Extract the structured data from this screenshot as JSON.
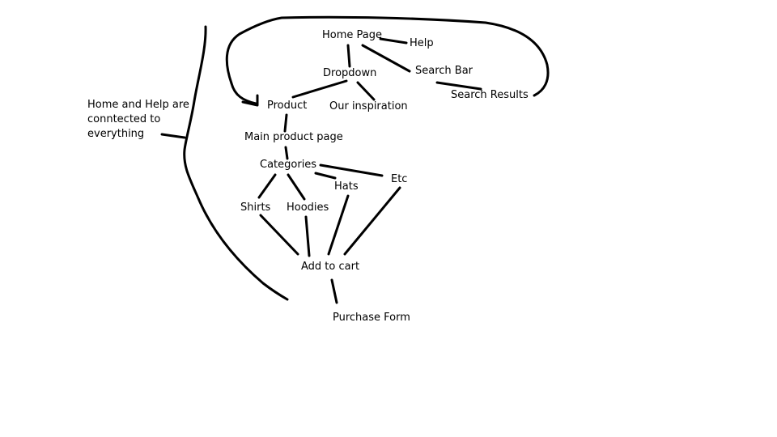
{
  "nodes": {
    "home_page": "Home Page",
    "help": "Help",
    "dropdown": "Dropdown",
    "search_bar": "Search Bar",
    "search_results": "Search Results",
    "product": "Product",
    "our_inspiration": "Our inspiration",
    "main_product_page": "Main product page",
    "categories": "Categories",
    "shirts": "Shirts",
    "hoodies": "Hoodies",
    "hats": "Hats",
    "etc": "Etc",
    "add_to_cart": "Add to cart",
    "purchase_form": "Purchase Form"
  },
  "annotation": {
    "line1": "Home and Help are",
    "line2": "conntected to",
    "line3": "everything"
  }
}
